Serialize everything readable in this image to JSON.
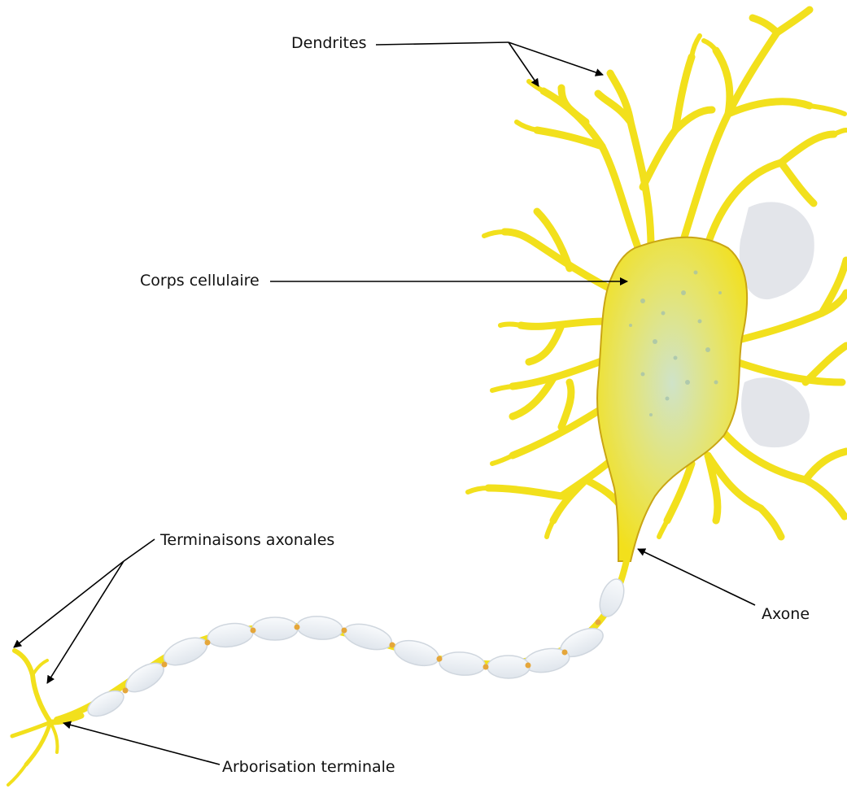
{
  "labels": {
    "dendrites": "Dendrites",
    "corps_cellulaire": "Corps cellulaire",
    "terminaisons_axonales": "Terminaisons axonales",
    "axone": "Axone",
    "arborisation_terminale": "Arborisation terminale"
  },
  "colors": {
    "neuron_fill": "#f2e01c",
    "neuron_edge": "#c9a514",
    "soma_speckle": "#b9d6c4",
    "myelin": "#eef1f4",
    "myelin_edge": "#cfd6de",
    "node": "#e5a63a",
    "arrow": "#000000"
  }
}
